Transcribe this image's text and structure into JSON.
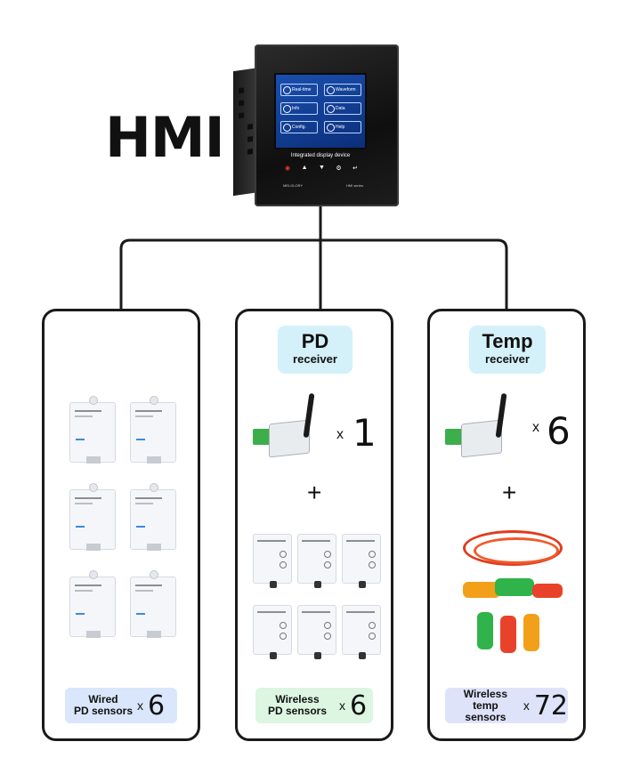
{
  "hmi": {
    "title": "HMI",
    "screen_tiles": [
      "Real-time",
      "Waveform",
      "Info",
      "Data",
      "Config.",
      "Help"
    ],
    "screen_caption": "Integrated display device",
    "footer_brand": "MELGLORY",
    "footer_model": "HMI series"
  },
  "pd_receiver": {
    "title": "PD",
    "subtitle": "receiver",
    "multiplier": "x",
    "count": "1"
  },
  "temp_receiver": {
    "title": "Temp",
    "subtitle": "receiver",
    "multiplier": "x",
    "count": "6"
  },
  "plus_sign": "+",
  "bottom_labels": {
    "wired": {
      "line1": "Wired",
      "line2": "PD sensors",
      "x": "x",
      "count": "6"
    },
    "wireless_pd": {
      "line1": "Wireless",
      "line2": "PD sensors",
      "x": "x",
      "count": "6"
    },
    "wireless_temp": {
      "line1": "Wireless",
      "line2": "temp sensors",
      "x": "x",
      "count": "72"
    }
  },
  "colors": {
    "badge_receiver": "#d4f1f9",
    "label_wired": "#d9e6fb",
    "label_wireless_pd": "#dcf6e1",
    "label_wireless_temp": "#dfe3f9",
    "panel_border": "#1a1a1a"
  }
}
